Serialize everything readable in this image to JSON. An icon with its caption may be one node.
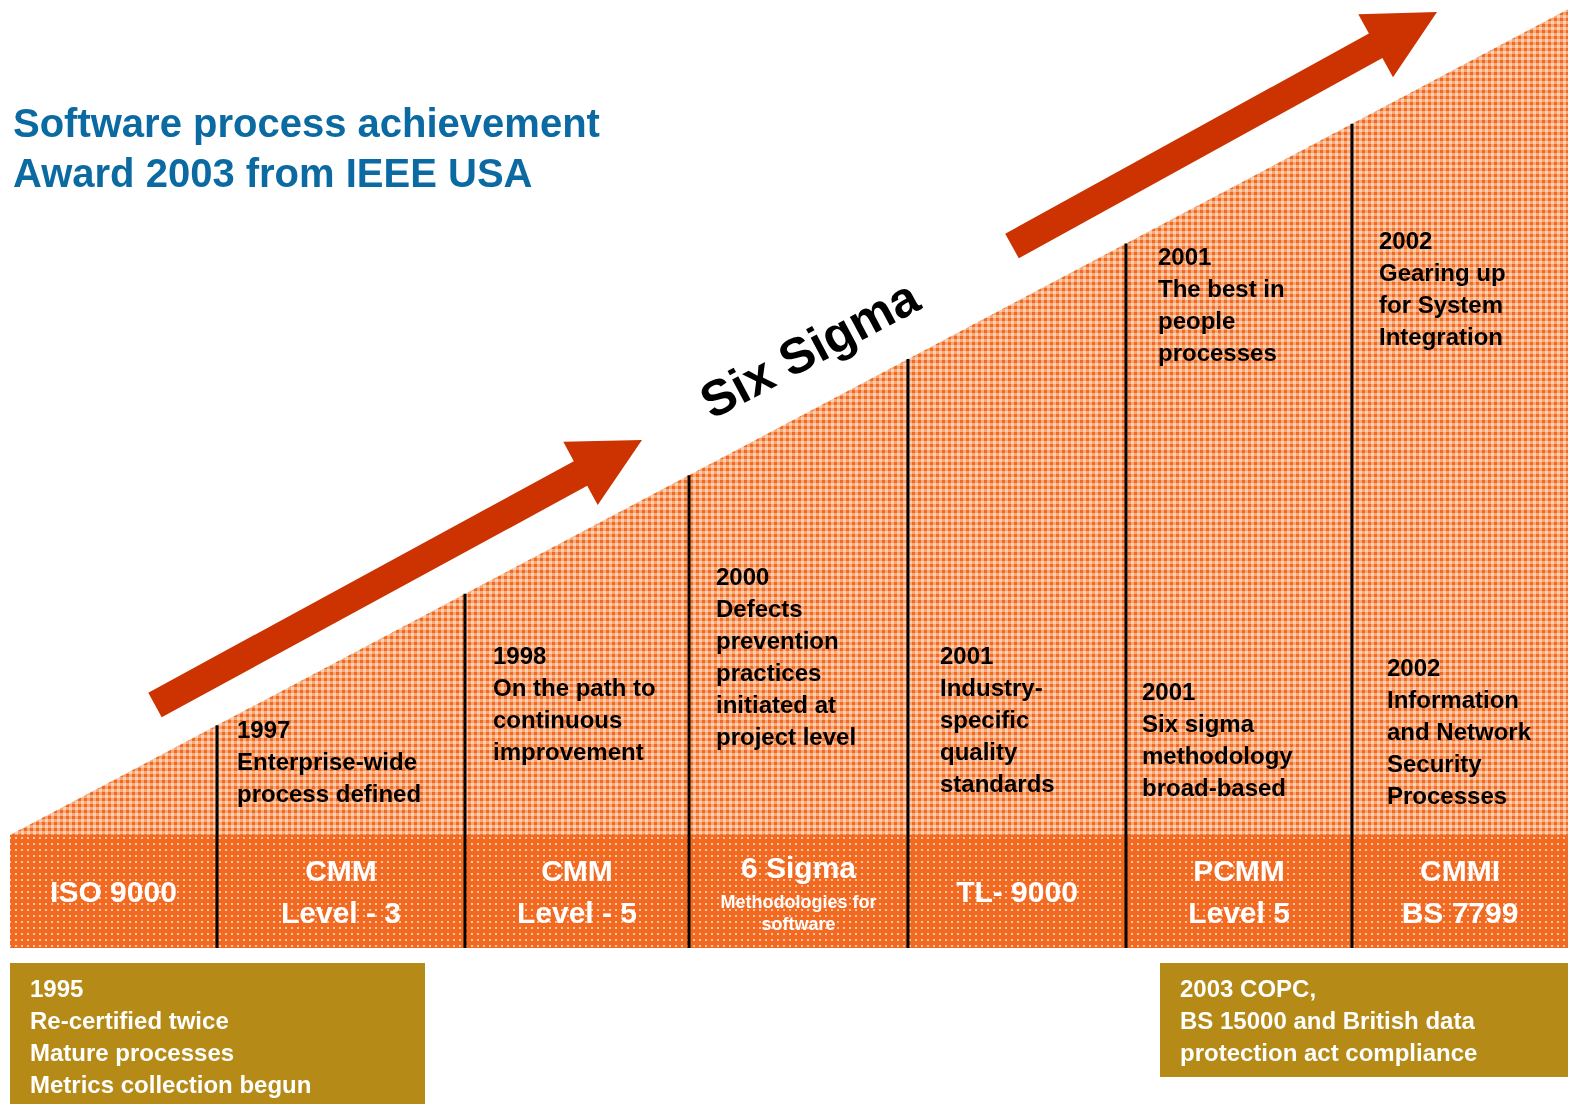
{
  "diagram": {
    "title": "Software process achievement Award 2003 from IEEE USA",
    "nodes": [
      {
        "text": [
          "ISO 9000"
        ]
      },
      {
        "text": [
          "CMM",
          "Level - 3"
        ]
      },
      {
        "text": [
          "CMM",
          "Level - 5"
        ]
      },
      {
        "text": [
          "6 Sigma",
          "Methodologies for software"
        ]
      },
      {
        "text": [
          "TL- 9000"
        ]
      },
      {
        "text": [
          "PCMM",
          "Level 5"
        ]
      },
      {
        "text": [
          "CMMI",
          "BS 7799"
        ]
      },
      {
        "text": [
          "1995",
          "Re-certified twice",
          "Mature processes",
          "Metrics collection begun"
        ]
      },
      {
        "text": [
          "2003 COPC,",
          "BS 15000 and British data",
          "protection act compliance"
        ]
      }
    ],
    "edges": [],
    "labels": [
      "Six Sigma",
      "1997",
      "Enterprise-wide process defined",
      "1998",
      "On the path to continuous improvement",
      "2000",
      "Defects prevention practices initiated at project level",
      "2001",
      "Industry-specific quality standards",
      "2001",
      "The best in people processes",
      "2001",
      "Six sigma methodology broad-based",
      "2002",
      "Gearing up for System Integration",
      "2002",
      "Information and Network Security Processes"
    ]
  }
}
